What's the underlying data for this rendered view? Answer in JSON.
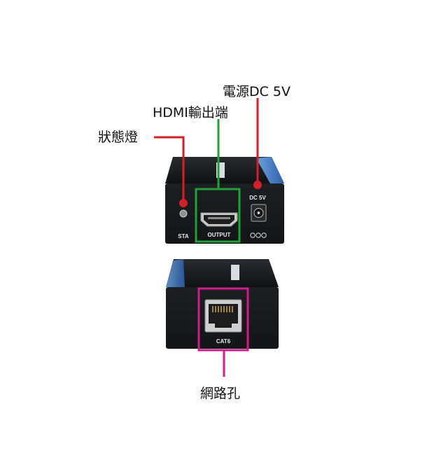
{
  "callouts": {
    "power": "電源DC 5V",
    "hdmi_out": "HDMI輸出端",
    "status_led": "狀態燈",
    "network_port": "網路孔"
  },
  "device_markings": {
    "status": "STA",
    "output": "OUTPUT",
    "power": "DC 5V",
    "network": "CAT6"
  },
  "colors": {
    "power_callout": "#d4202a",
    "hdmi_callout": "#1fa03a",
    "led_callout": "#d4202a",
    "network_callout": "#d01c8b",
    "housing": "#1b1c1f",
    "accent_strip": "#3b74c2"
  },
  "icons": [
    "hdmi-port-icon",
    "dc-jack-icon",
    "rj45-port-icon",
    "led-icon",
    "polarity-icon"
  ]
}
